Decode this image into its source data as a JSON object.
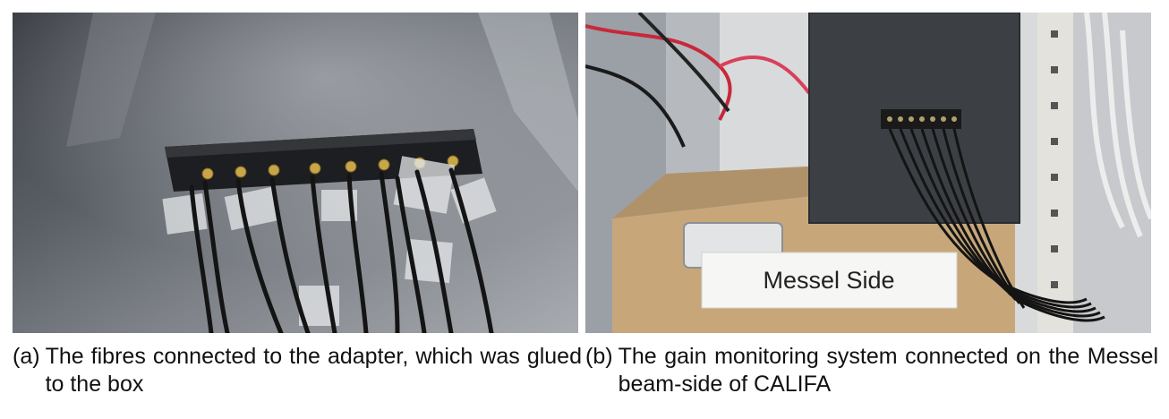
{
  "figures": [
    {
      "label": "(a)",
      "caption": "The fibres connected to the adapter, which was glued to the box"
    },
    {
      "label": "(b)",
      "caption": "The gain monitoring system connected on the Messel beam-side of CALIFA",
      "sign_text": "Messel Side"
    }
  ]
}
